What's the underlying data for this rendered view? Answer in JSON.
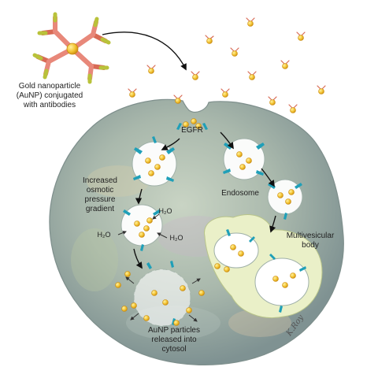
{
  "labels": {
    "aunp": "Gold nanoparticle\n(AuNP) conjugated\nwith antibodies",
    "egfr": "EGFR",
    "osmotic": "Increased\nosmotic\npressure\ngradient",
    "endosome": "Endosome",
    "mvb": "Multivesicular\nbody",
    "released": "AuNP particles\nreleased into\ncytosol",
    "water": "H₂O"
  },
  "signature": "K.Roy",
  "colors": {
    "gold": "#f2c230",
    "gold_edge": "#c98a10",
    "antibody": "#d86a55",
    "antibody_tip": "#b9c23a",
    "receptor": "#1f9fb8",
    "cell": "#a9b8ac",
    "vesicle": "#ffffff",
    "mvb": "#eaf0c8"
  },
  "icons": {
    "conjugate": "y-shaped-antibody-gold-icon",
    "receptor": "receptor-icon",
    "particle": "gold-particle-icon",
    "arrow": "arrow-icon"
  }
}
